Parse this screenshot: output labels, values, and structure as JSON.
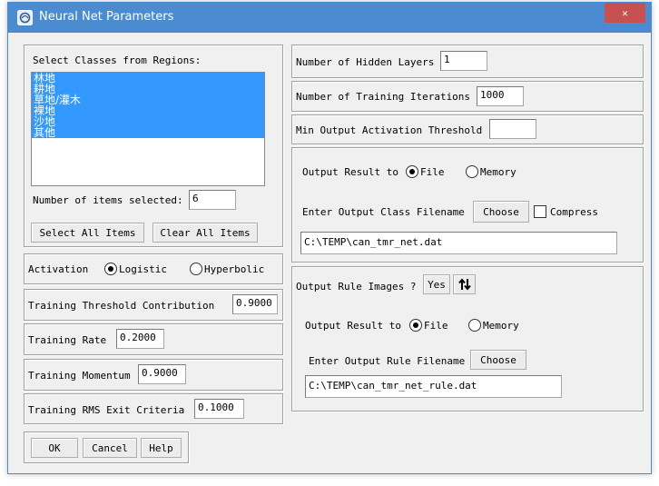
{
  "window": {
    "title": "Neural Net Parameters",
    "close_glyph": "✕"
  },
  "classes": {
    "label": "Select Classes from Regions:",
    "items": [
      "林地",
      "耕地",
      "草地/灌木",
      "裸地",
      "沙地",
      "其他"
    ],
    "selected_count_label": "Number of items selected:",
    "selected_count": "6",
    "select_all": "Select All Items",
    "clear_all": "Clear All Items"
  },
  "activation": {
    "label": "Activation",
    "options": [
      "Logistic",
      "Hyperbolic"
    ],
    "selected": "Logistic"
  },
  "training": {
    "threshold_label": "Training Threshold Contribution",
    "threshold_value": "0.9000",
    "rate_label": "Training Rate",
    "rate_value": "0.2000",
    "momentum_label": "Training Momentum",
    "momentum_value": "0.9000",
    "rms_label": "Training RMS Exit Criteria",
    "rms_value": "0.1000"
  },
  "buttons": {
    "ok": "OK",
    "cancel": "Cancel",
    "help": "Help"
  },
  "hidden_layers": {
    "label": "Number of Hidden Layers",
    "value": "1"
  },
  "iterations": {
    "label": "Number of Training Iterations",
    "value": "1000"
  },
  "min_activation": {
    "label": "Min Output Activation Threshold",
    "value": ""
  },
  "output_class": {
    "result_label": "Output Result to",
    "opt_file": "File",
    "opt_memory": "Memory",
    "selected": "File",
    "filename_label": "Enter Output Class Filename",
    "choose": "Choose",
    "compress": "Compress",
    "compress_checked": false,
    "filename": "C:\\TEMP\\can_tmr_net.dat"
  },
  "rule_images": {
    "label": "Output Rule Images ?",
    "toggle_value": "Yes",
    "result_label": "Output Result to",
    "opt_file": "File",
    "opt_memory": "Memory",
    "selected": "File",
    "filename_label": "Enter Output Rule Filename",
    "choose": "Choose",
    "filename": "C:\\TEMP\\can_tmr_net_rule.dat"
  },
  "colors": {
    "titlebar": "#4a8ccf",
    "close": "#c75050",
    "selection": "#3399ff"
  }
}
